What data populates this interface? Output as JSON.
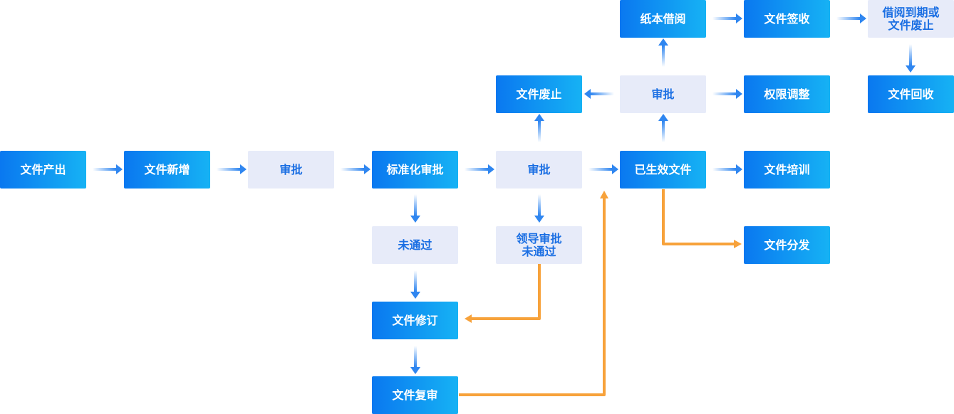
{
  "colors": {
    "primary_start": "#0a78f0",
    "primary_end": "#16b2f4",
    "light_fill": "#e7ebf9",
    "light_text": "#1b6fe3",
    "arrow_blue": "#2f86f0",
    "arrow_orange": "#f7a23b"
  },
  "nodes": {
    "file_output": "文件产出",
    "file_add": "文件新增",
    "approval_1": "审批",
    "standard_approval": "标准化审批",
    "approval_2": "审批",
    "effective_file": "已生效文件",
    "file_training": "文件培训",
    "file_distribution": "文件分发",
    "not_passed": "未通过",
    "leader_not_passed": "领导审批\n未通过",
    "file_revision": "文件修订",
    "file_review": "文件复审",
    "file_abolish": "文件废止",
    "approval_3": "审批",
    "permission_adjust": "权限调整",
    "paper_borrow": "纸本借阅",
    "file_sign": "文件签收",
    "borrow_expire": "借阅到期或\n文件废止",
    "file_recycle": "文件回收"
  }
}
